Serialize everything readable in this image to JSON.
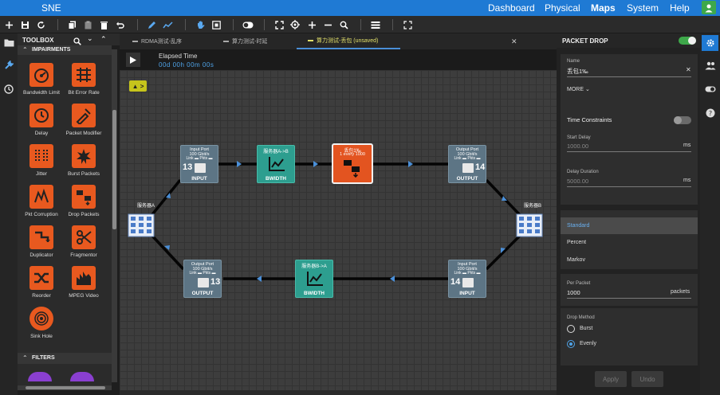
{
  "app": {
    "title": "SNE"
  },
  "nav": [
    "Dashboard",
    "Physical",
    "Maps",
    "System",
    "Help"
  ],
  "nav_active": "Maps",
  "toolbox": {
    "title": "TOOLBOX",
    "impairments_label": "IMPAIRMENTS",
    "filters_label": "FILTERS",
    "items": [
      {
        "label": "Bandwidth Limit",
        "icon": "gauge-icon"
      },
      {
        "label": "Bit Error Rate",
        "icon": "bit-error-icon"
      },
      {
        "label": "Delay",
        "icon": "clock-icon"
      },
      {
        "label": "Packet Modifier",
        "icon": "packet-modifier-icon"
      },
      {
        "label": "Jitter",
        "icon": "jitter-icon"
      },
      {
        "label": "Burst Packets",
        "icon": "burst-icon"
      },
      {
        "label": "Pkt Corruption",
        "icon": "corruption-icon"
      },
      {
        "label": "Drop Packets",
        "icon": "drop-icon"
      },
      {
        "label": "Duplicator",
        "icon": "duplicator-icon"
      },
      {
        "label": "Fragmentor",
        "icon": "scissors-icon"
      },
      {
        "label": "Reorder",
        "icon": "shuffle-icon"
      },
      {
        "label": "MPEG Video",
        "icon": "video-icon"
      },
      {
        "label": "Sink Hole",
        "icon": "sinkhole-icon"
      }
    ]
  },
  "tabs": [
    {
      "label": "RDMA测试-乱序"
    },
    {
      "label": "算力测试-时延"
    },
    {
      "label": "算力测试-丢包 (unsaved)"
    }
  ],
  "timer": {
    "label": "Elapsed Time",
    "value": "00d 00h 00m 00s"
  },
  "warning_badge": "▲ >",
  "map": {
    "servers": [
      {
        "label": "服务器A"
      },
      {
        "label": "服务器B"
      }
    ],
    "ports": [
      {
        "top": "Input Port",
        "speed": "100 Gbit/s",
        "lp": "Link ▬ Pkts ▬",
        "num": "13",
        "name": "INPUT"
      },
      {
        "top": "Output Port",
        "speed": "100 Gbit/s",
        "lp": "Link ▬ Pkts ▬",
        "num": "14",
        "name": "OUTPUT"
      },
      {
        "top": "Output Port",
        "speed": "100 Gbit/s",
        "lp": "Link ▬ Pkts ▬",
        "num": "13",
        "name": "OUTPUT"
      },
      {
        "top": "Input Port",
        "speed": "100 Gbit/s",
        "lp": "Link ▬ Pkts ▬",
        "num": "14",
        "name": "INPUT"
      }
    ],
    "bandwidth": [
      {
        "title": "服务器A->B",
        "name": "BWIDTH"
      },
      {
        "title": "服务器B->A",
        "name": "BWIDTH"
      }
    ],
    "drop": {
      "title": "丢包1‰",
      "subtitle": "1 every 1000"
    }
  },
  "panel": {
    "title": "PACKET DROP",
    "enabled": true,
    "name_label": "Name",
    "name_value": "丢包1‰",
    "more_label": "MORE",
    "time_constraints_label": "Time Constraints",
    "time_constraints_on": false,
    "start_delay_label": "Start Delay",
    "start_delay_value": "1000.00",
    "start_delay_unit": "ms",
    "delay_duration_label": "Delay Duration",
    "delay_duration_value": "5000.00",
    "delay_duration_unit": "ms",
    "drop_mode_options": [
      "Standard",
      "Percent",
      "Markov"
    ],
    "drop_mode_selected": "Standard",
    "per_packet_label": "Per Packet",
    "per_packet_value": "1000",
    "per_packet_unit": "packets",
    "drop_method_label": "Drop Method",
    "drop_method_options": [
      "Burst",
      "Evenly"
    ],
    "drop_method_selected": "Evenly",
    "apply_label": "Apply",
    "undo_label": "Undo"
  },
  "colors": {
    "accent": "#1f7ad4",
    "impairment": "#e8591f",
    "bandwidth": "#2d9e8f",
    "port": "#5d7585",
    "toggle_on": "#3ea84a"
  }
}
